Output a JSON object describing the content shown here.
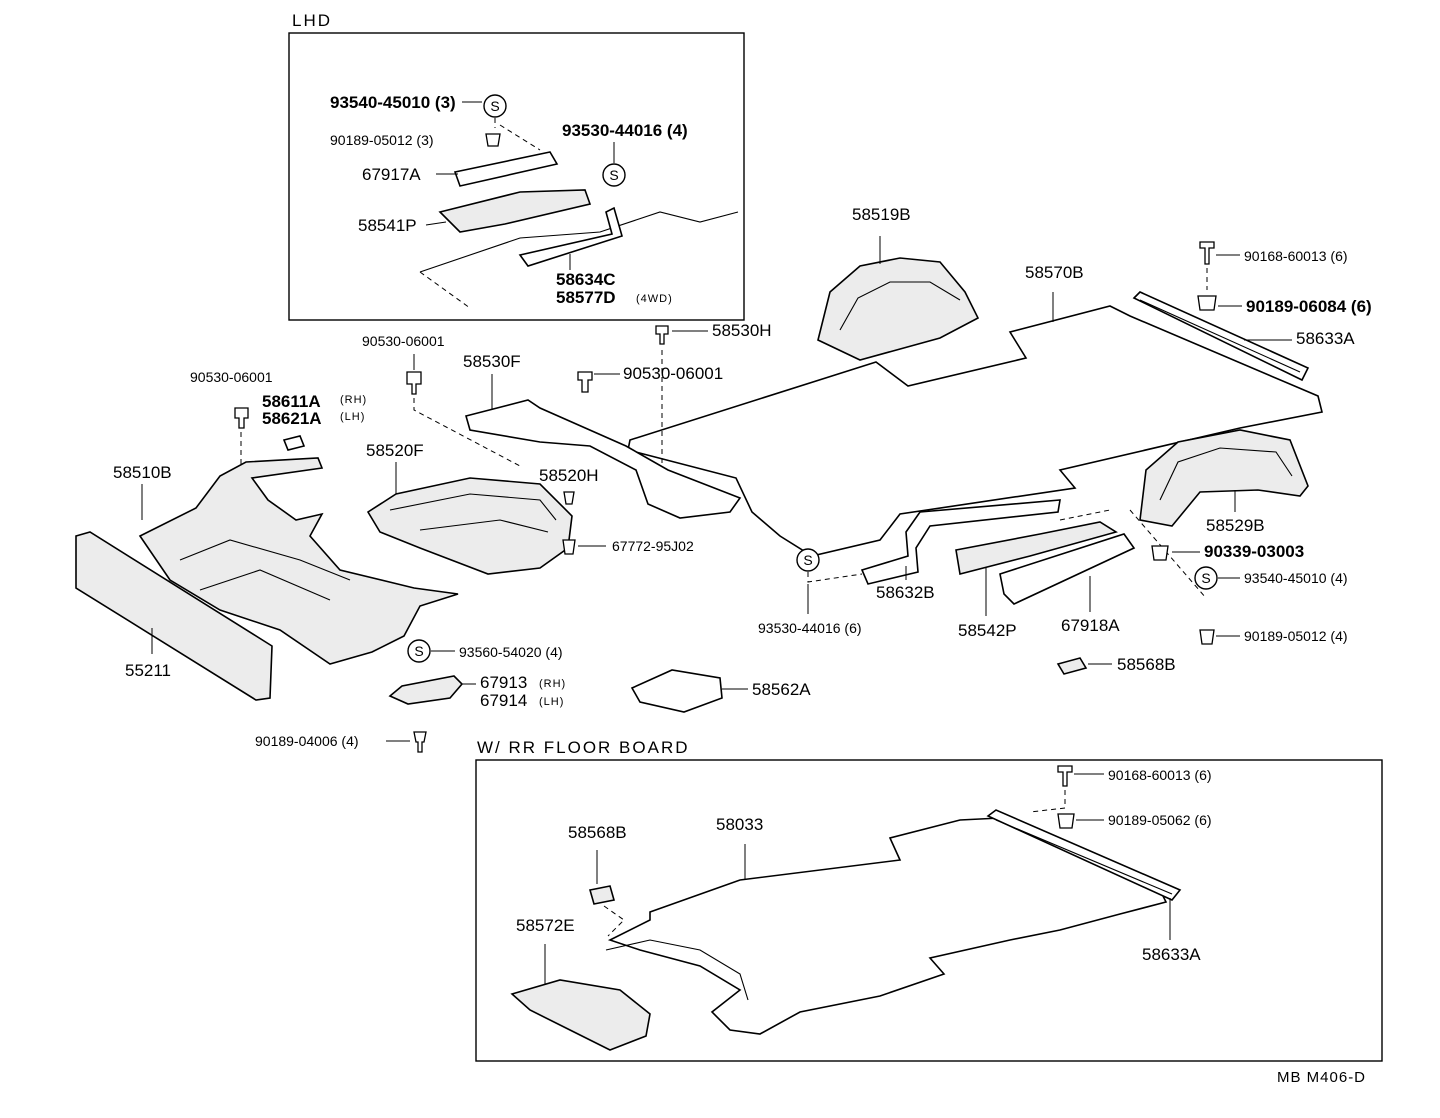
{
  "boxes": {
    "lhd": "LHD",
    "rr_floor": "W/ RR FLOOR BOARD"
  },
  "standard_mark": "S",
  "labels": {
    "p93540_45010_lhd": "93540-45010 (3)",
    "p90189_05012_lhd": "90189-05012 (3)",
    "p93530_44016_lhd": "93530-44016 (4)",
    "p67917A": "67917A",
    "p58541P": "58541P",
    "p58634C": "58634C",
    "p58577D": "58577D",
    "p58577D_note": "(4WD)",
    "p58519B": "58519B",
    "p58570B": "58570B",
    "p90168_60013_main": "90168-60013 (6)",
    "p90189_06084": "90189-06084 (6)",
    "p58633A_main": "58633A",
    "p58530H": "58530H",
    "p90530_06001_a": "90530-06001",
    "p58530F": "58530F",
    "p90530_06001_b": "90530-06001",
    "p90530_06001_c": "90530-06001",
    "p58611A": "58611A",
    "p58611A_note": "(RH)",
    "p58621A": "58621A",
    "p58621A_note": "(LH)",
    "p58520F": "58520F",
    "p58510B": "58510B",
    "p58520H": "58520H",
    "p67772_95J02": "67772-95J02",
    "p58529B": "58529B",
    "p90339_03003": "90339-03003",
    "p93540_45010_main": "93540-45010 (4)",
    "p90189_05012_main": "90189-05012 (4)",
    "p58632B": "58632B",
    "p93530_44016_main": "93530-44016 (6)",
    "p58542P": "58542P",
    "p67918A": "67918A",
    "p58568B_main": "58568B",
    "p55211": "55211",
    "p93560_54020": "93560-54020 (4)",
    "p67913": "67913",
    "p67913_note": "(RH)",
    "p67914": "67914",
    "p67914_note": "(LH)",
    "p58562A": "58562A",
    "p90189_04006": "90189-04006 (4)",
    "p90168_60013_rr": "90168-60013 (6)",
    "p90189_05062": "90189-05062 (6)",
    "p58568B_rr": "58568B",
    "p58033": "58033",
    "p58572E": "58572E",
    "p58633A_rr": "58633A"
  },
  "footer": "MB  M406-D"
}
